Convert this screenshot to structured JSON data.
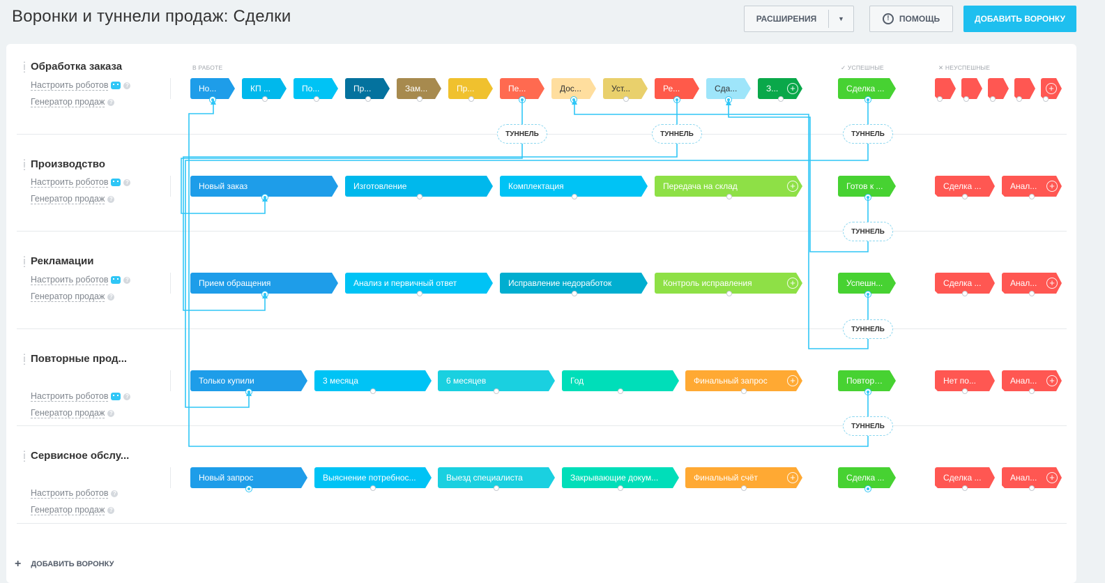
{
  "header": {
    "title": "Воронки и туннели продаж: Сделки",
    "extensions_label": "РАСШИРЕНИЯ",
    "help_label": "ПОМОЩЬ",
    "add_funnel_label": "ДОБАВИТЬ ВОРОНКУ"
  },
  "columns": {
    "in_work": "В РАБОТЕ",
    "success": "✓ УСПЕШНЫЕ",
    "fail": "✕ НЕУСПЕШНЫЕ"
  },
  "tunnel_label": "ТУННЕЛЬ",
  "links": {
    "robots": "Настроить роботов",
    "generator": "Генератор продаж"
  },
  "footer": {
    "add_funnel": "ДОБАВИТЬ ВОРОНКУ"
  },
  "colors": {
    "accent": "#2fc6f6",
    "primary_button": "#1ebfef",
    "success": "#47d232",
    "fail": "#ff5752"
  },
  "pipelines": [
    {
      "name": "Обработка заказа",
      "stages": [
        {
          "label": "Но...",
          "color": "#1e9de9"
        },
        {
          "label": "КП ...",
          "color": "#00b8ec"
        },
        {
          "label": "По...",
          "color": "#00c3f5"
        },
        {
          "label": "Пр...",
          "color": "#04729e"
        },
        {
          "label": "Зам...",
          "color": "#a78a4e"
        },
        {
          "label": "Пр...",
          "color": "#f0c12e"
        },
        {
          "label": "Пе...",
          "color": "#ff6a50"
        },
        {
          "label": "Дос...",
          "color": "#ffde9e"
        },
        {
          "label": "Уст...",
          "color": "#e9d06c"
        },
        {
          "label": "Ре...",
          "color": "#ff5a4a"
        },
        {
          "label": "Сда...",
          "color": "#9ee5fa"
        },
        {
          "label": "З...",
          "color": "#0aa84a"
        }
      ],
      "success": [
        {
          "label": "Сделка ...",
          "color": "#47d232"
        }
      ],
      "fail": [
        {
          "label": "",
          "color": "#ff5752"
        },
        {
          "label": "",
          "color": "#ff5752"
        },
        {
          "label": "",
          "color": "#ff5752"
        },
        {
          "label": "",
          "color": "#ff5752"
        },
        {
          "label": "",
          "color": "#ff5752"
        }
      ]
    },
    {
      "name": "Производство",
      "stages": [
        {
          "label": "Новый заказ",
          "color": "#1e9de9"
        },
        {
          "label": "Изготовление",
          "color": "#00b8ec"
        },
        {
          "label": "Комплектация",
          "color": "#00c3f5"
        },
        {
          "label": "Передача на склад",
          "color": "#8ee046"
        }
      ],
      "success": [
        {
          "label": "Готов к ...",
          "color": "#47d232"
        }
      ],
      "fail": [
        {
          "label": "Сделка ...",
          "color": "#ff5752"
        },
        {
          "label": "Анал...",
          "color": "#ff5752"
        }
      ]
    },
    {
      "name": "Рекламации",
      "stages": [
        {
          "label": "Прием обращения",
          "color": "#1e9de9"
        },
        {
          "label": "Анализ и первичный ответ",
          "color": "#00c3f5"
        },
        {
          "label": "Исправление недоработок",
          "color": "#00aed0"
        },
        {
          "label": "Контроль исправления",
          "color": "#8ee046"
        }
      ],
      "success": [
        {
          "label": "Успешн...",
          "color": "#47d232"
        }
      ],
      "fail": [
        {
          "label": "Сделка ...",
          "color": "#ff5752"
        },
        {
          "label": "Анал...",
          "color": "#ff5752"
        }
      ]
    },
    {
      "name": "Повторные прод...",
      "stages": [
        {
          "label": "Только купили",
          "color": "#1e9de9"
        },
        {
          "label": "3 месяца",
          "color": "#00c3f5"
        },
        {
          "label": "6 месяцев",
          "color": "#1ad0e0"
        },
        {
          "label": "Год",
          "color": "#00deb9"
        },
        {
          "label": "Финальный запрос",
          "color": "#ffa933"
        }
      ],
      "success": [
        {
          "label": "Повторн...",
          "color": "#47d232"
        }
      ],
      "fail": [
        {
          "label": "Нет по...",
          "color": "#ff5752"
        },
        {
          "label": "Анал...",
          "color": "#ff5752"
        }
      ]
    },
    {
      "name": "Сервисное обслу...",
      "stages": [
        {
          "label": "Новый запрос",
          "color": "#1e9de9"
        },
        {
          "label": "Выяснение потребнос...",
          "color": "#00c3f5"
        },
        {
          "label": "Выезд специалиста",
          "color": "#1ad0e0"
        },
        {
          "label": "Закрывающие докум...",
          "color": "#00deb9"
        },
        {
          "label": "Финальный счёт",
          "color": "#ffa933"
        }
      ],
      "success": [
        {
          "label": "Сделка ...",
          "color": "#47d232"
        }
      ],
      "fail": [
        {
          "label": "Сделка ...",
          "color": "#ff5752"
        },
        {
          "label": "Анал...",
          "color": "#ff5752"
        }
      ]
    }
  ]
}
